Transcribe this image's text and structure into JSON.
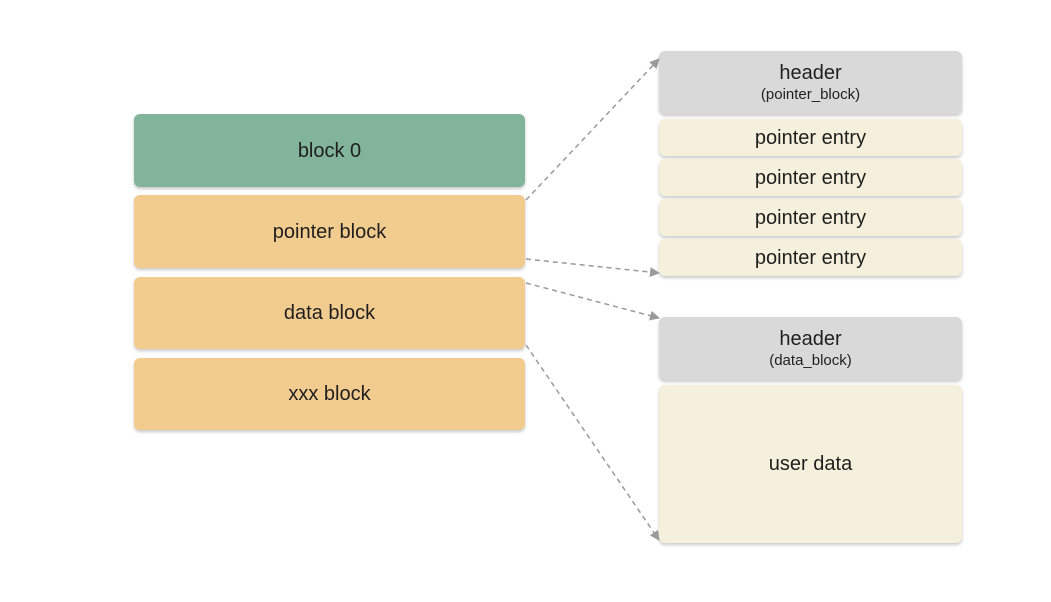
{
  "colors": {
    "block0": "#82b49c",
    "block": "#f2cb8f",
    "header": "#d9d9d9",
    "entry": "#f5f0dc",
    "arrow": "#9a9a9a"
  },
  "left_blocks": {
    "block0": "block 0",
    "pointer_block": "pointer block",
    "data_block": "data block",
    "xxx_block": "xxx block"
  },
  "pointer_block_detail": {
    "header": "header",
    "header_sub": "(pointer_block)",
    "entries": [
      "pointer entry",
      "pointer entry",
      "pointer entry",
      "pointer entry"
    ]
  },
  "data_block_detail": {
    "header": "header",
    "header_sub": "(data_block)",
    "body": "user data"
  }
}
